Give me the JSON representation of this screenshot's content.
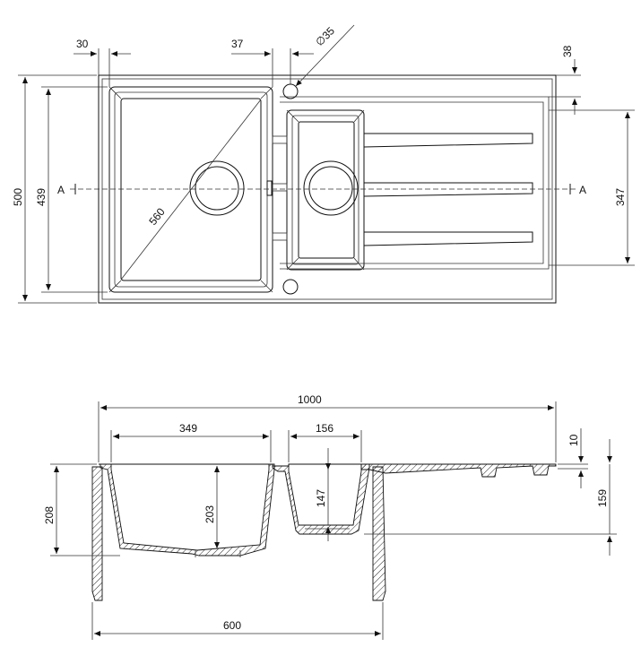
{
  "top_view": {
    "dims": {
      "d30": "30",
      "d37": "37",
      "d35": "∅35",
      "d38": "38",
      "d500": "500",
      "d439": "439",
      "d347": "347",
      "d560": "560",
      "sectionA_left": "A",
      "sectionA_right": "A"
    }
  },
  "section_view": {
    "dims": {
      "d1000": "1000",
      "d349": "349",
      "d156": "156",
      "d10": "10",
      "d208": "208",
      "d203": "203",
      "d147": "147",
      "d159": "159",
      "d600": "600"
    }
  }
}
